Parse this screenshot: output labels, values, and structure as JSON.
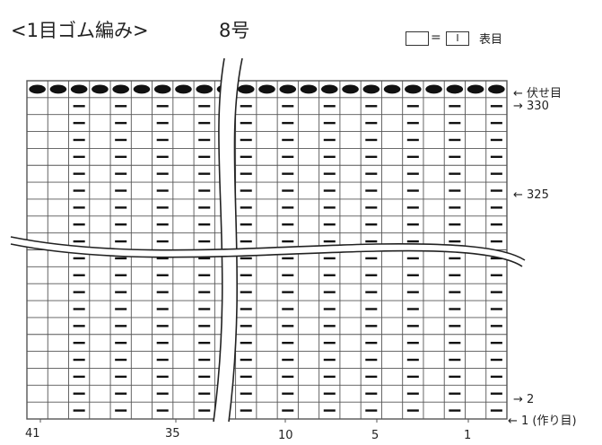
{
  "title": "<1目ゴム編み>",
  "needle_size": "8号",
  "legend": {
    "equals": "=",
    "symbol": "I",
    "label": "表目"
  },
  "row_labels": {
    "bind_off": "← 伏せ目",
    "r330": "→ 330",
    "r325": "← 325",
    "r2": "→ 2",
    "cast_on": "← 1 (作り目)"
  },
  "col_labels": {
    "c41": "41",
    "c35": "35",
    "c10": "10",
    "c5": "5",
    "c1": "1"
  },
  "colors": {
    "grid": "#555555",
    "mark": "#111111",
    "background": "#ffffff"
  }
}
